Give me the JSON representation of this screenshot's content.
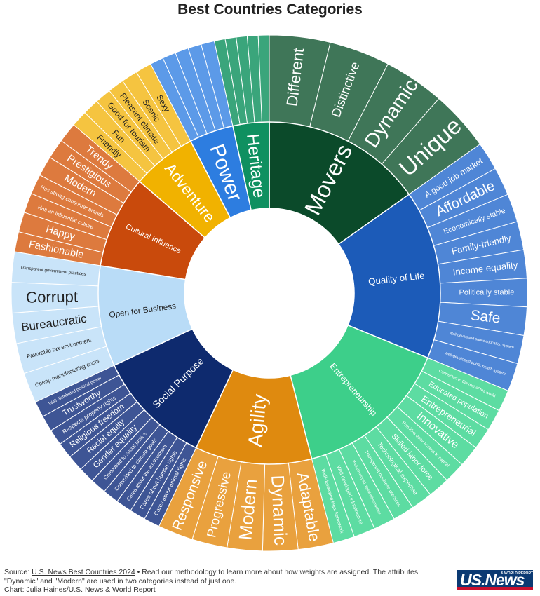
{
  "chart_data": {
    "type": "sunburst",
    "title": "Best Countries Categories",
    "categories": [
      {
        "name": "Movers",
        "color": "#0b4a2a",
        "attrColor": "#3f7658",
        "weight": 4,
        "attributes": [
          "Different",
          "Distinctive",
          "Dynamic",
          "Unique"
        ]
      },
      {
        "name": "Quality of Life",
        "color": "#1c5bb8",
        "attrColor": "#4f86d6",
        "weight": 4.2,
        "attributes": [
          "A good job market",
          "Affordable",
          "Economically stable",
          "Family-friendly",
          "Income equality",
          "Politically stable",
          "Safe",
          "Well-developed public education system",
          "Well-developed public health system"
        ]
      },
      {
        "name": "Entrepreneurship",
        "color": "#3dcf8a",
        "attrColor": "#5ddca2",
        "weight": 3.9,
        "attributes": [
          "Connected to the rest of the world",
          "Educated population",
          "Entrepreneurial",
          "Innovative",
          "Provides easy access to capital",
          "Skilled labor force",
          "Technological expertise",
          "Transparent business practices",
          "Well-developed digital infrastructure",
          "Well-developed infrastructure",
          "Well-developed legal framework"
        ]
      },
      {
        "name": "Agility",
        "color": "#df8a0f",
        "attrColor": "#e9a13e",
        "weight": 2.9,
        "attributes": [
          "Adaptable",
          "Dynamic",
          "Modern",
          "Progressive",
          "Responsive"
        ]
      },
      {
        "name": "Social Purpose",
        "color": "#0e2a6e",
        "attrColor": "#3e5595",
        "weight": 2.9,
        "attributes": [
          "Cares about animal rights",
          "Cares about human rights",
          "Cares about the environment",
          "Committed to climate goals",
          "Committed to social justice",
          "Gender equality",
          "Racial equity",
          "Religious freedom",
          "Respects property rights",
          "Trustworthy",
          "Well-distributed political power"
        ]
      },
      {
        "name": "Open for Business",
        "color": "#b9dcf7",
        "attrColor": "#c9e4f9",
        "weight": 2.5,
        "attributes": [
          "Cheap manufacturing costs",
          "Favorable tax environment",
          "Bureaucratic",
          "Corrupt",
          "Transparent government practices"
        ]
      },
      {
        "name": "Cultural Influence",
        "color": "#c94a0c",
        "attrColor": "#dd7a3e",
        "weight": 2.3,
        "attributes": [
          "Fashionable",
          "Happy",
          "Has an influential culture",
          "Has strong consumer brands",
          "Modern",
          "Prestigious",
          "Trendy"
        ]
      },
      {
        "name": "Adventure",
        "color": "#f1b200",
        "attrColor": "#f5c440",
        "weight": 1.6,
        "attributes": [
          "Friendly",
          "Fun",
          "Good for tourism",
          "Pleasant climate",
          "Scenic",
          "Sexy"
        ]
      },
      {
        "name": "Power",
        "color": "#2d7de0",
        "attrColor": "#5c9ae8",
        "weight": 1.1,
        "attributes": [
          "",
          "",
          "",
          "",
          ""
        ]
      },
      {
        "name": "Heritage",
        "color": "#0f9060",
        "attrColor": "#3aa57b",
        "weight": 0.9,
        "attributes": [
          "",
          "",
          "",
          "",
          ""
        ]
      }
    ]
  },
  "footer": {
    "source_label": "Source: ",
    "source_link": "U.S. News Best Countries 2024",
    "note": " • Read our methodology to learn more about how weights are assigned. The attributes \"Dynamic\" and \"Modern\" are used in two categories instead of just one.",
    "credit": "Chart: Julia Haines/U.S. News & World Report"
  },
  "logo": {
    "text": "US.News",
    "sub": "& WORLD REPORT"
  }
}
